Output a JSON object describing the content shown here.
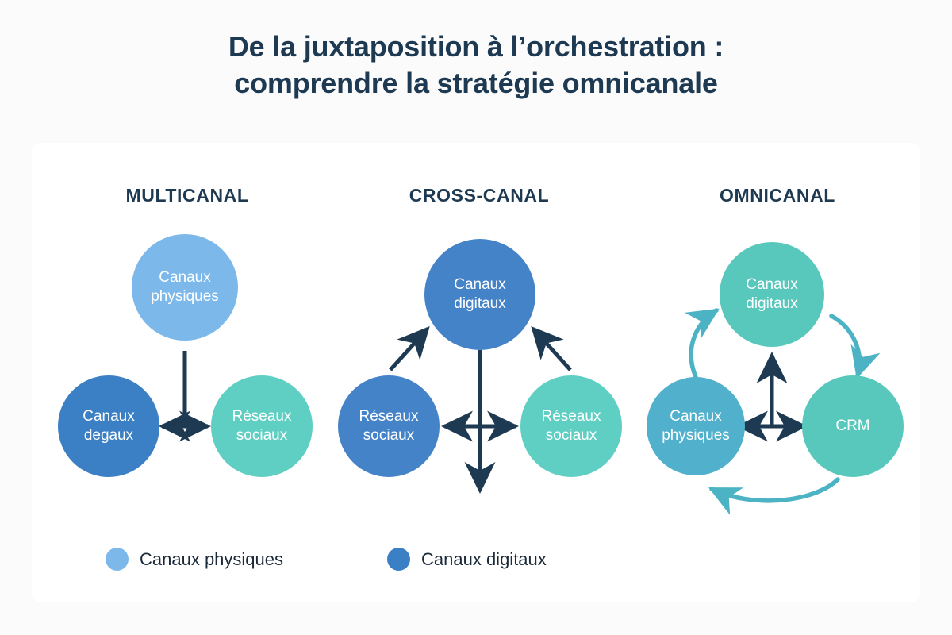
{
  "title": {
    "line1": "De la juxtaposition à l’orchestration :",
    "line2": "comprendre la stratégie omnicanale"
  },
  "colors": {
    "page_background": "#fbfbfc",
    "card_background": "#ffffff",
    "title_text": "#1e3a52",
    "arrow_dark": "#1e3a52",
    "arrow_teal": "#4bb3c4",
    "light_blue": "#7cb8ea",
    "medium_blue": "#4583c8",
    "dark_blue": "#3b7fc4",
    "steel_blue": "#51b0cc",
    "teal": "#5fcfc3",
    "teal_dark": "#58c8bd",
    "node_text": "#ffffff"
  },
  "columns": [
    {
      "header": "MULTICANAL",
      "nodes": [
        {
          "label_line1": "Canaux",
          "label_line2": "physiques",
          "color": "#7cb8ea",
          "size": 134
        },
        {
          "label_line1": "Canaux",
          "label_line2": "degaux",
          "color": "#3b7fc4",
          "size": 128
        },
        {
          "label_line1": "Réseaux",
          "label_line2": "sociaux",
          "color": "#5fcfc3",
          "size": 128
        }
      ],
      "connector_style": "t-shape"
    },
    {
      "header": "CROSS-CANAL",
      "nodes": [
        {
          "label_line1": "Canaux",
          "label_line2": "digitaux",
          "color": "#4583c8",
          "size": 140
        },
        {
          "label_line1": "Réseaux",
          "label_line2": "sociaux",
          "color": "#4583c8",
          "size": 128
        },
        {
          "label_line1": "Réseaux",
          "label_line2": "sociaux",
          "color": "#5fcfc3",
          "size": 128
        }
      ],
      "connector_style": "cross-plus-diagonals"
    },
    {
      "header": "OMNICANAL",
      "nodes": [
        {
          "label_line1": "Canaux",
          "label_line2": "digitaux",
          "color": "#58c8bd",
          "size": 132
        },
        {
          "label_line1": "Canaux",
          "label_line2": "physiques",
          "color": "#51b0cc",
          "size": 124
        },
        {
          "label_line1": "CRM",
          "label_line2": "",
          "color": "#58c8bd",
          "size": 128
        }
      ],
      "connector_style": "cycle-plus-t"
    }
  ],
  "legend": [
    {
      "label": "Canaux physiques",
      "color": "#7cb8ea"
    },
    {
      "label": "Canaux digitaux",
      "color": "#3b7fc4"
    }
  ]
}
